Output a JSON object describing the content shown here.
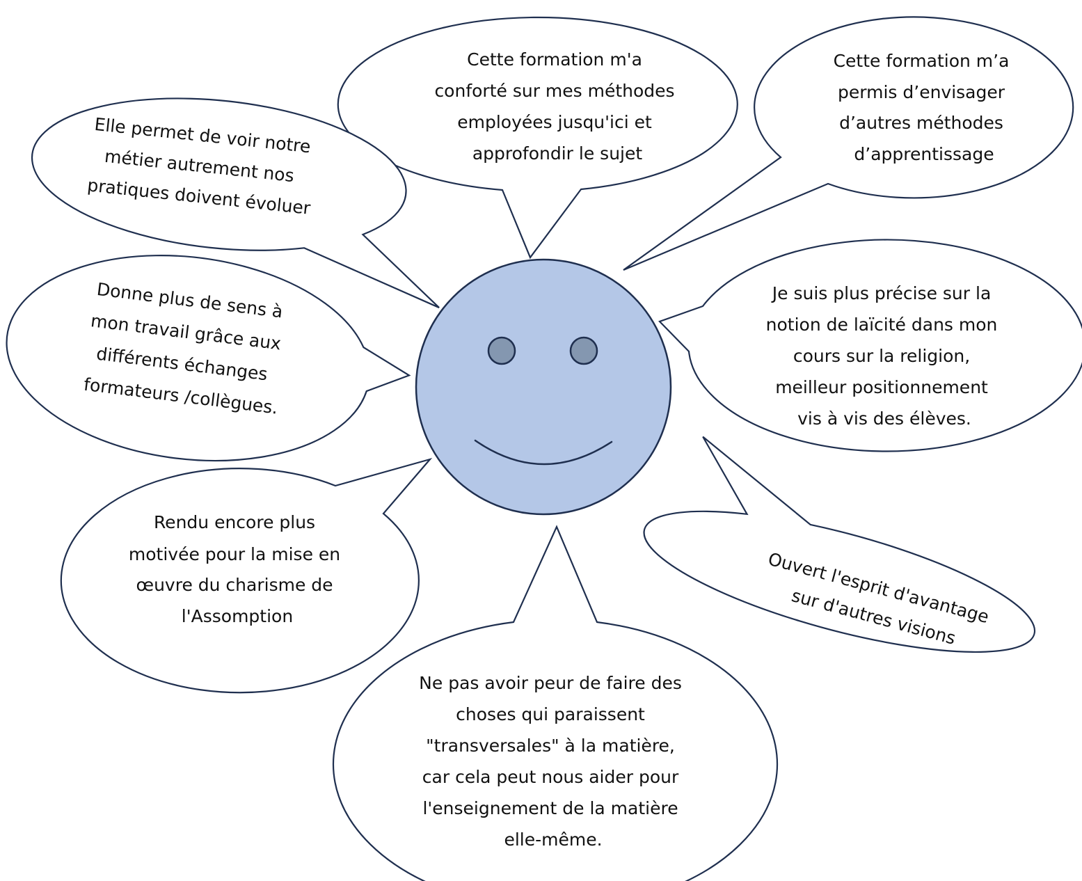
{
  "colors": {
    "face_fill": "#b4c7e7",
    "eye_fill": "#8497b0",
    "outline": "#1f2f4f",
    "text": "#111111"
  },
  "center": {
    "icon": "smiley-face-icon"
  },
  "bubbles": [
    {
      "lines": [
        "Cette formation m'a",
        "conforté sur mes méthodes",
        "employées jusqu'ici et",
        "approfondir le sujet"
      ]
    },
    {
      "lines": [
        "Cette formation m’a",
        "permis d’envisager",
        "d’autres méthodes",
        "d’apprentissage"
      ]
    },
    {
      "lines": [
        "Elle permet de voir notre",
        "métier autrement nos",
        "pratiques doivent évoluer"
      ]
    },
    {
      "lines": [
        "Donne plus de sens à",
        "mon travail grâce aux",
        "différents échanges",
        "formateurs /collègues."
      ]
    },
    {
      "lines": [
        "Je suis plus précise sur la",
        "notion de laïcité dans mon",
        "cours sur la religion,",
        "meilleur positionnement",
        "vis à vis des élèves."
      ]
    },
    {
      "lines": [
        "Rendu encore plus",
        "motivée pour la mise en",
        "œuvre du charisme de",
        "l'Assomption"
      ]
    },
    {
      "lines": [
        "Ouvert l'esprit d'avantage",
        "sur d'autres visions"
      ]
    },
    {
      "lines": [
        "Ne pas avoir peur de faire des",
        "choses qui paraissent",
        "\"transversales\" à la matière,",
        "car cela peut nous aider pour",
        "l'enseignement de la matière",
        "elle-même."
      ]
    }
  ]
}
